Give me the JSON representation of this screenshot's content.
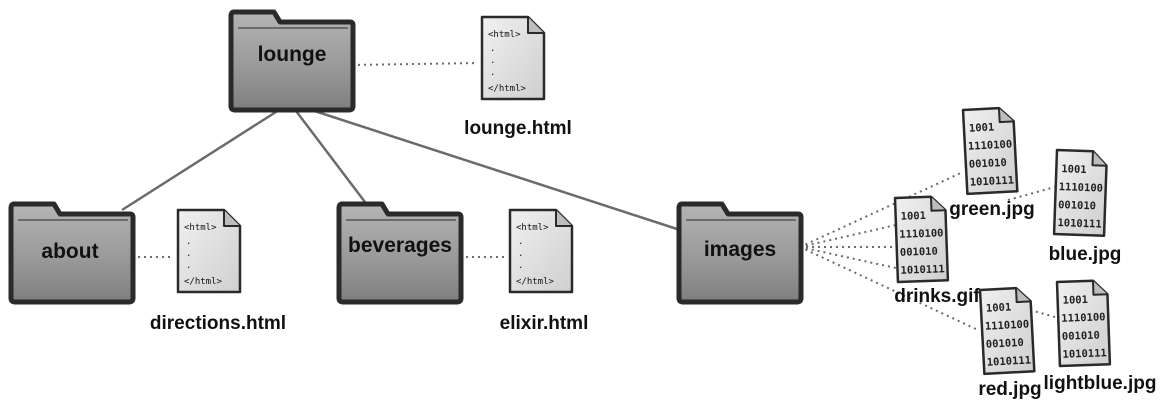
{
  "folders": {
    "lounge": "lounge",
    "about": "about",
    "beverages": "beverages",
    "images": "images"
  },
  "html_files": {
    "lounge": "lounge.html",
    "directions": "directions.html",
    "elixir": "elixir.html"
  },
  "image_files": {
    "green": "green.jpg",
    "blue": "blue.jpg",
    "drinks": "drinks.gif",
    "red": "red.jpg",
    "lightblue": "lightblue.jpg"
  },
  "html_doc": {
    "open_tag": "<html>",
    "ellipsis": ".",
    "close_tag": "</html>"
  },
  "binary_lines": [
    "1001",
    "1110100",
    "001010",
    "1010111"
  ],
  "colors": {
    "folder_fill": "#9a9a9a",
    "folder_edge": "#2a2a2a",
    "document_fill": "#e4e4e4",
    "line": "#6b6b6b"
  }
}
